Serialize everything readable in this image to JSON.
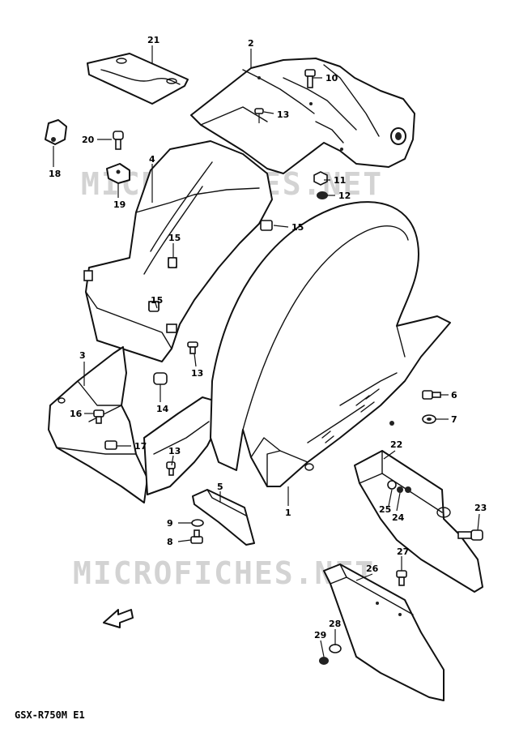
{
  "diagram": {
    "model_label": "GSX-R750M E1",
    "watermark": "MICROFICHES.NET",
    "callouts": [
      "21",
      "2",
      "10",
      "13",
      "20",
      "18",
      "19",
      "4",
      "11",
      "12",
      "15",
      "15",
      "15",
      "13",
      "14",
      "3",
      "16",
      "17",
      "13",
      "5",
      "9",
      "8",
      "6",
      "7",
      "1",
      "22",
      "25",
      "24",
      "23",
      "27",
      "26",
      "28",
      "29"
    ]
  }
}
